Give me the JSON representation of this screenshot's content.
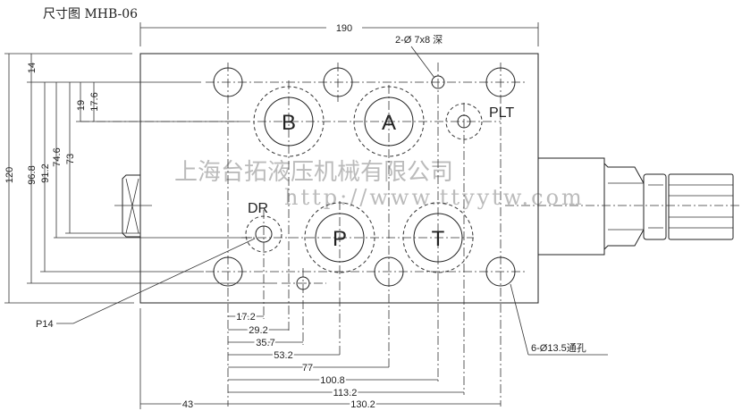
{
  "title": "尺寸图 MHB-06",
  "ports": {
    "b": "B",
    "a": "A",
    "p": "P",
    "t": "T",
    "dr": "DR",
    "plt": "PLT"
  },
  "notes": {
    "pin_holes": "2-Ø 7x8 深",
    "through_holes": "6-Ø13.5通孔",
    "p14": "P14"
  },
  "dims_top": {
    "width": "190"
  },
  "dims_left": [
    "14",
    "19",
    "17.6",
    "73",
    "74.6",
    "91.2",
    "96.8",
    "120"
  ],
  "dims_bottom": [
    "17.2",
    "29.2",
    "35.7",
    "53.2",
    "77",
    "100.8",
    "113.2",
    "130.2",
    "43"
  ],
  "watermark": {
    "line1": "上海台拓液压机械有限公司",
    "line2": "http://www.ttyytw.com"
  }
}
